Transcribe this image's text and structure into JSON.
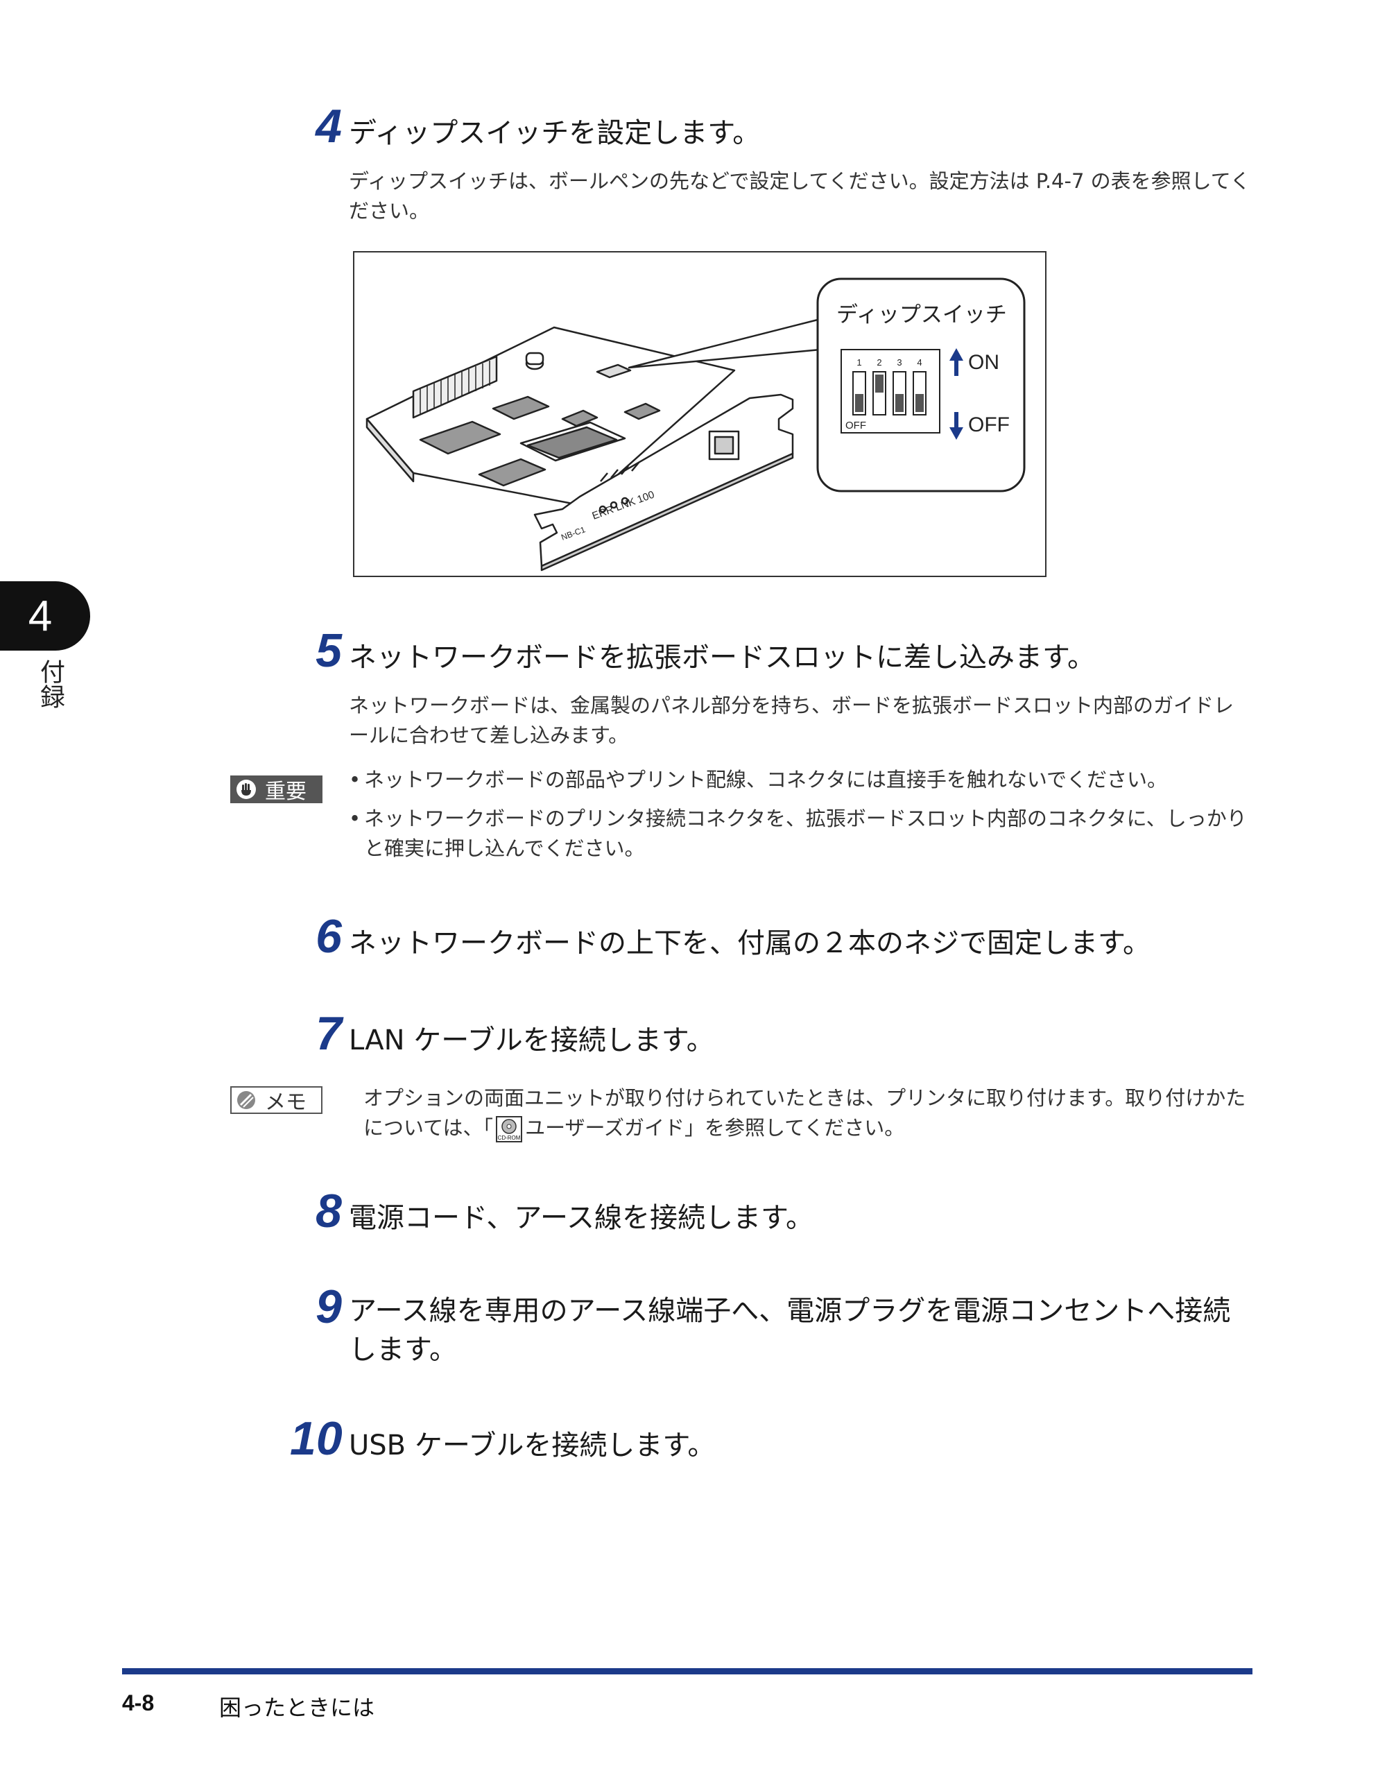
{
  "steps": [
    {
      "num": "4",
      "title": "ディップスイッチを設定します。",
      "body": "ディップスイッチは、ボールペンの先などで設定してください。設定方法は P.4-7 の表を参照してください。"
    },
    {
      "num": "5",
      "title": "ネットワークボードを拡張ボードスロットに差し込みます。",
      "body": "ネットワークボードは、金属製のパネル部分を持ち、ボードを拡張ボードスロット内部のガイドレールに合わせて差し込みます。"
    },
    {
      "num": "6",
      "title": "ネットワークボードの上下を、付属の２本のネジで固定します。"
    },
    {
      "num": "7",
      "title": "LAN ケーブルを接続します。"
    },
    {
      "num": "8",
      "title": "電源コード、アース線を接続します。"
    },
    {
      "num": "9",
      "title": "アース線を専用のアース線端子へ、電源プラグを電源コンセントへ接続します。"
    },
    {
      "num": "10",
      "title": "USB ケーブルを接続します。"
    }
  ],
  "important": {
    "label": "重要",
    "bullets": [
      "ネットワークボードの部品やプリント配線、コネクタには直接手を触れないでください。",
      "ネットワークボードのプリンタ接続コネクタを、拡張ボードスロット内部のコネクタに、しっかりと確実に押し込んでください。"
    ]
  },
  "memo": {
    "label": "メモ",
    "text_before": "オプションの両面ユニットが取り付けられていたときは、プリンタに取り付けます。取り付けかたについては、「",
    "cd_label": "CD-ROM",
    "text_after": "ユーザーズガイド」を参照してください。"
  },
  "figure": {
    "callout_title": "ディップスイッチ",
    "switch_numbers": [
      "1",
      "2",
      "3",
      "4"
    ],
    "off_small": "OFF",
    "on_label": "ON",
    "off_label": "OFF",
    "board_leds": "ERR LNK 100",
    "board_model": "NB-C1"
  },
  "chapter": {
    "number": "4",
    "label": "付録"
  },
  "footer": {
    "page": "4-8",
    "title": "困ったときには"
  }
}
